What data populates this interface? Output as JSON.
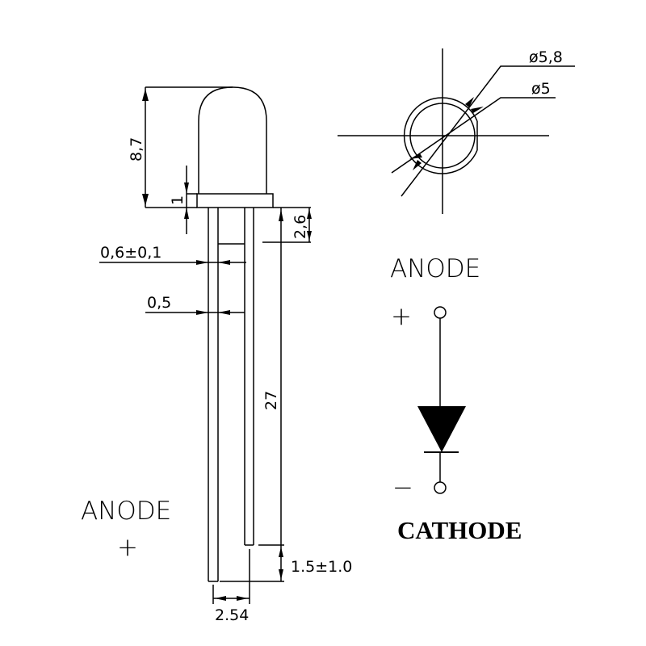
{
  "side_view": {
    "dim_height": "8,7",
    "dim_flange": "1",
    "dim_standoff": "2,6",
    "dim_lead_length": "27",
    "dim_lead_width": "0,6±0,1",
    "dim_lead_thin": "0,5",
    "dim_lead_diff": "1.5±1.0",
    "dim_pitch": "2.54",
    "anode_label": "ANODE",
    "anode_sign": "+"
  },
  "top_view": {
    "dim_outer": "ø5,8",
    "dim_inner": "ø5"
  },
  "symbol": {
    "anode_label": "ANODE",
    "anode_sign": "+",
    "cathode_sign": "−",
    "cathode_label": "CATHODE"
  }
}
